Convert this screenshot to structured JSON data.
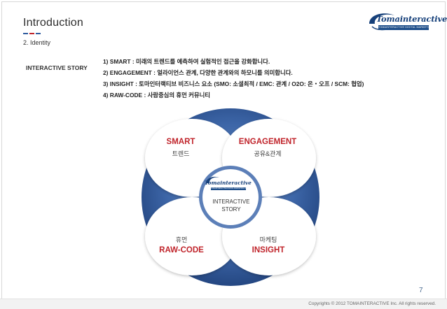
{
  "header": {
    "title": "Introduction",
    "subtitle": "2. Identity",
    "dash_colors": [
      "#2f5c9e",
      "#c0242b",
      "#2f5c9e"
    ]
  },
  "logo": {
    "wordmark": "Tomainteractive",
    "tagline": "TOMAINTERACTIVE DIGITAL MARKETING COMPANY"
  },
  "intro": {
    "label": "INTERACTIVE STORY",
    "items": [
      "1) SMART : 미래의 트렌드를 예측하여 실험적인 접근을 강화합니다.",
      "2) ENGAGEMENT : 얼라이언스 관계, 다양한 관계와의 하모니를 의미합니다.",
      "3) INSIGHT : 토마인터랙티브 비즈니스 요소 (SMO: 소셜최적 / EMC: 관계 / O2O: 온・오프 / SCM: 협업)",
      "4) RAW-CODE : 사람중심의 휴먼 커뮤니티"
    ]
  },
  "diagram": {
    "center": {
      "wordmark": "Tomainteractive",
      "tagline": "TOMAINTERACTIVE DIGITAL MARKETING COMPANY",
      "line1": "INTERACTIVE",
      "line2": "STORY"
    },
    "petals": {
      "smart": {
        "title": "SMART",
        "sub": "트렌드"
      },
      "engagement": {
        "title": "ENGAGEMENT",
        "sub": "공유&관계"
      },
      "rawcode": {
        "title": "RAW-CODE",
        "sub": "휴먼"
      },
      "insight": {
        "title": "INSIGHT",
        "sub": "마케팅"
      }
    },
    "colors": {
      "accent": "#c0242b",
      "ring": "#1f4f8a",
      "petal_bg": "#ffffff"
    }
  },
  "footer": {
    "page_number": "7",
    "copyright": "Copyrights © 2012 TOMAINTERACTIVE Inc. All rights reserved."
  }
}
